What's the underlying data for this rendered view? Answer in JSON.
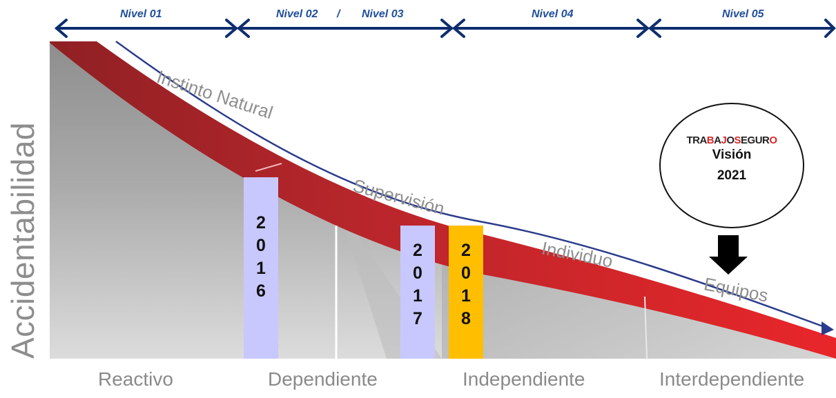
{
  "levels": [
    "Nivel 01",
    "Nivel 02",
    "Nivel 03",
    "Nivel 04",
    "Nivel 05"
  ],
  "levels_separator": "/",
  "y_axis_label": "Accidentabilidad",
  "curve_labels": [
    "Instinto Natural",
    "Supervisión",
    "Individuo",
    "Equipos"
  ],
  "stages": [
    "Reactivo",
    "Dependiente",
    "Independiente",
    "Interdependiente"
  ],
  "years": [
    {
      "digits": [
        "2",
        "0",
        "1",
        "6"
      ],
      "color": "#c8c8ff"
    },
    {
      "digits": [
        "2",
        "0",
        "1",
        "7"
      ],
      "color": "#c8c8ff"
    },
    {
      "digits": [
        "2",
        "0",
        "1",
        "8"
      ],
      "color": "#ffbf00"
    }
  ],
  "vision": {
    "logo_text": "TRABAJOSEGURO",
    "line1": "Visión",
    "line2": "2021"
  },
  "colors": {
    "arrow": "#0d2e6e",
    "level_text": "#1f4e9c",
    "curve_red": "#d8282a"
  }
}
